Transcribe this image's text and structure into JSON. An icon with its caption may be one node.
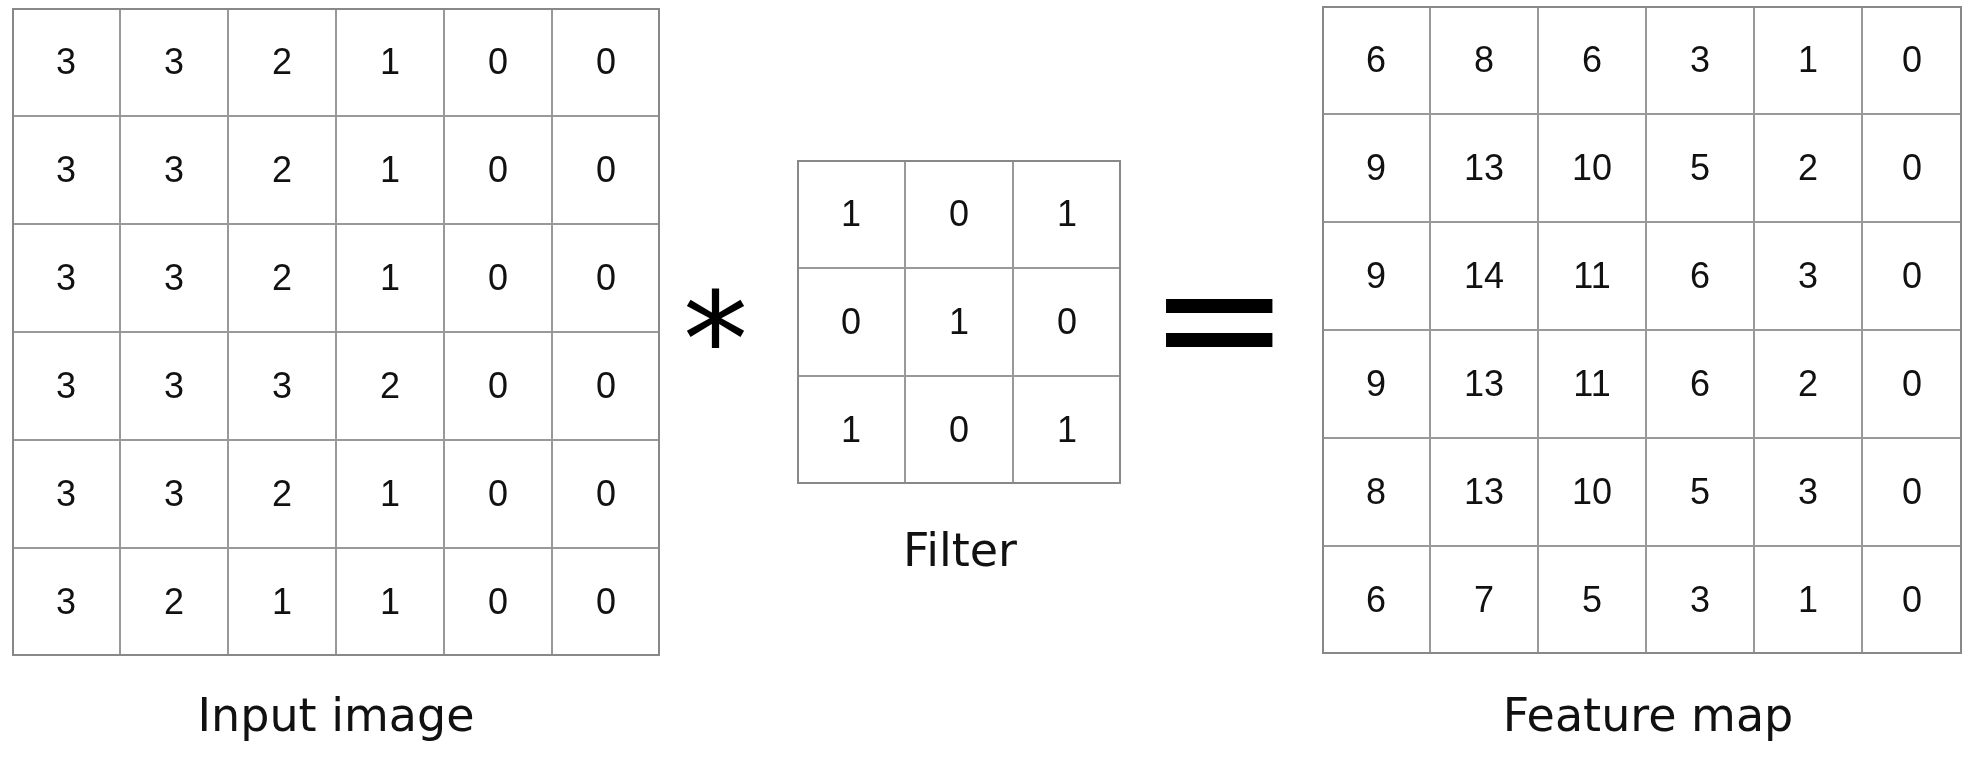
{
  "diagram": {
    "labels": [
      "3",
      "3",
      "2",
      "1",
      "0",
      "0",
      "3",
      "3",
      "2",
      "1",
      "0",
      "0",
      "3",
      "3",
      "2",
      "1",
      "0",
      "0",
      "3",
      "3",
      "3",
      "2",
      "0",
      "0",
      "3",
      "3",
      "2",
      "1",
      "0",
      "0",
      "3",
      "2",
      "1",
      "1",
      "0",
      "0",
      "*",
      "1",
      "0",
      "1",
      "0",
      "1",
      "0",
      "1",
      "0",
      "1",
      "Filter",
      "=",
      "6",
      "8",
      "6",
      "3",
      "1",
      "0",
      "9",
      "13",
      "10",
      "5",
      "2",
      "0",
      "9",
      "14",
      "11",
      "6",
      "3",
      "0",
      "9",
      "13",
      "11",
      "6",
      "2",
      "0",
      "8",
      "13",
      "10",
      "5",
      "3",
      "0",
      "6",
      "7",
      "5",
      "3",
      "1",
      "0",
      "Input image",
      "Feature map"
    ]
  }
}
